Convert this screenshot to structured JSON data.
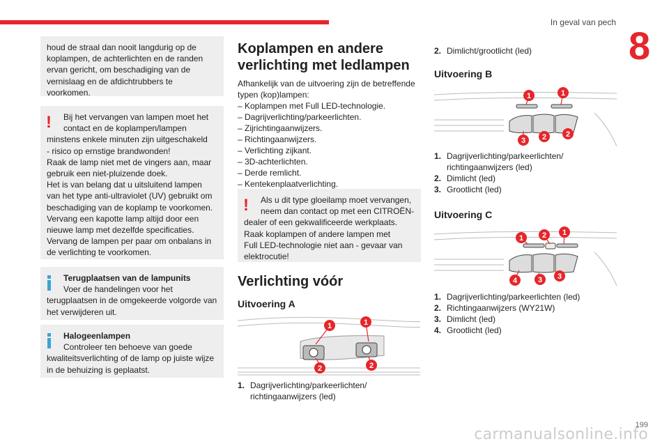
{
  "header": {
    "running_head": "In geval van pech",
    "chapter": "8"
  },
  "col1": {
    "box1": "houd de straal dan nooit langdurig op de koplampen, de achterlichten en de randen ervan gericht, om beschadiging van de vernislaag en de afdichtrubbers te voorkomen.",
    "box2": [
      "Bij het vervangen van lampen moet het",
      "contact en de koplampen/lampen",
      "minstens enkele minuten zijn uitgeschakeld",
      "- risico op ernstige brandwonden!",
      "Raak de lamp niet met de vingers aan, maar",
      "gebruik een niet-pluizende doek.",
      "Het is van belang dat u uitsluitend lampen",
      "van het type anti-ultraviolet (UV) gebruikt om",
      "beschadiging van de koplamp te voorkomen.",
      "Vervang een kapotte lamp altijd door een",
      "nieuwe lamp met dezelfde specificaties.",
      "Vervang de lampen per paar om onbalans in",
      "de verlichting te voorkomen."
    ],
    "box3_title": "Terugplaatsen van de lampunits",
    "box3_lines": [
      "Voer de handelingen voor het",
      "terugplaatsen in de omgekeerde volgorde van",
      "het verwijderen uit."
    ],
    "box4_title": "Halogeenlampen",
    "box4_lines": [
      "Controleer ten behoeve van goede",
      "kwaliteitsverlichting of de lamp op juiste wijze",
      "in de behuizing is geplaatst."
    ]
  },
  "col2": {
    "title_l1": "Koplampen en andere",
    "title_l2": "verlichting met ledlampen",
    "intro_l1": "Afhankelijk van de uitvoering zijn de betreffende",
    "intro_l2": "typen (kop)lampen:",
    "list": [
      "– Koplampen met Full LED-technologie.",
      "– Dagrijverlichting/parkeerlichten.",
      "– Zijrichtingaanwijzers.",
      "– Richtingaanwijzers.",
      "– Verlichting zijkant.",
      "– 3D-achterlichten.",
      "– Derde remlicht.",
      "– Kentekenplaatverlichting."
    ],
    "warn_lines": [
      "Als u dit type gloeilamp moet vervangen,",
      "neem dan contact op met een CITROËN-",
      "dealer of een gekwalificeerde werkplaats.",
      "Raak koplampen of andere lampen met",
      "Full LED-technologie niet aan - gevaar van",
      "elektrocutie!"
    ],
    "section_title": "Verlichting vóór",
    "variant_a": "Uitvoering A",
    "list_a": [
      {
        "n": "1.",
        "l1": "Dagrijverlichting/parkeerlichten/",
        "l2": "richtingaanwijzers (led)"
      }
    ]
  },
  "col3": {
    "top_item": {
      "n": "2.",
      "t": "Dimlicht/grootlicht (led)"
    },
    "variant_b": "Uitvoering B",
    "list_b": [
      {
        "n": "1.",
        "l1": "Dagrijverlichting/parkeerlichten/",
        "l2": "richtingaanwijzers (led)"
      },
      {
        "n": "2.",
        "l1": "Dimlicht (led)",
        "l2": ""
      },
      {
        "n": "3.",
        "l1": "Grootlicht (led)",
        "l2": ""
      }
    ],
    "variant_c": "Uitvoering C",
    "list_c": [
      {
        "n": "1.",
        "t": "Dagrijverlichting/parkeerlichten (led)"
      },
      {
        "n": "2.",
        "t": "Richtingaanwijzers (WY21W)"
      },
      {
        "n": "3.",
        "t": "Dimlicht (led)"
      },
      {
        "n": "4.",
        "t": "Grootlicht (led)"
      }
    ]
  },
  "badges": {
    "a": [
      "1",
      "1",
      "2",
      "2"
    ],
    "b": [
      "1",
      "1",
      "2",
      "2",
      "3"
    ],
    "c": [
      "1",
      "2",
      "1",
      "3",
      "3",
      "4"
    ]
  },
  "footer": {
    "page": "199",
    "watermark": "carmanualsonline.info"
  },
  "colors": {
    "accent": "#e5262b",
    "info": "#3aa3d6",
    "box_bg": "#eeeeee"
  }
}
